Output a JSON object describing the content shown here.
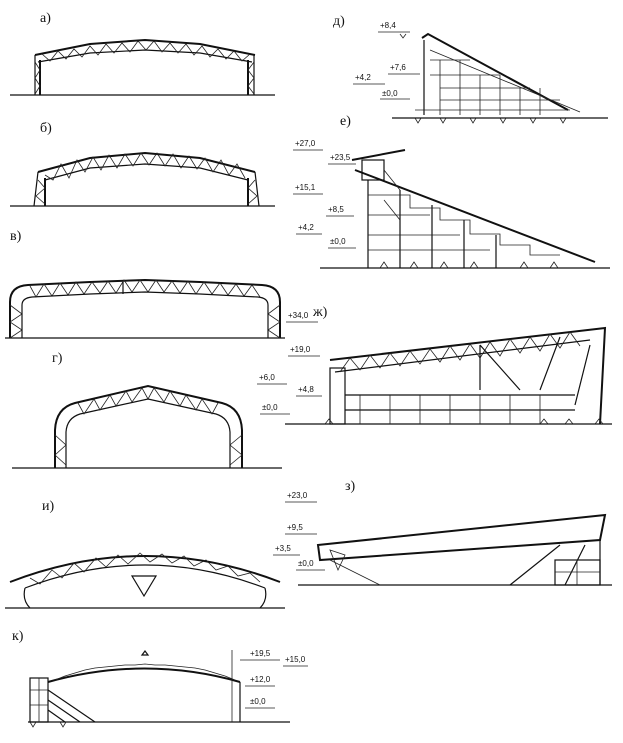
{
  "figures": [
    {
      "id": "a",
      "label": "а)"
    },
    {
      "id": "b",
      "label": "б)"
    },
    {
      "id": "v",
      "label": "в)"
    },
    {
      "id": "g",
      "label": "г)"
    },
    {
      "id": "d",
      "label": "д)",
      "levels": [
        "+8,4",
        "+7,6",
        "+4,2",
        "±0,0"
      ]
    },
    {
      "id": "e",
      "label": "е)",
      "levels": [
        "+27,0",
        "+23,5",
        "+15,1",
        "+8,5",
        "+4,2",
        "±0,0"
      ]
    },
    {
      "id": "zh",
      "label": "ж)",
      "levels": [
        "+34,0",
        "+19,0",
        "+6,0",
        "+4,8",
        "±0,0"
      ]
    },
    {
      "id": "z",
      "label": "з)",
      "levels": [
        "+23,0",
        "+9,5",
        "+3,5",
        "±0,0"
      ]
    },
    {
      "id": "i",
      "label": "и)"
    },
    {
      "id": "k",
      "label": "к)",
      "levels": [
        "+19,5",
        "+15,0",
        "+12,0",
        "±0,0"
      ]
    }
  ]
}
